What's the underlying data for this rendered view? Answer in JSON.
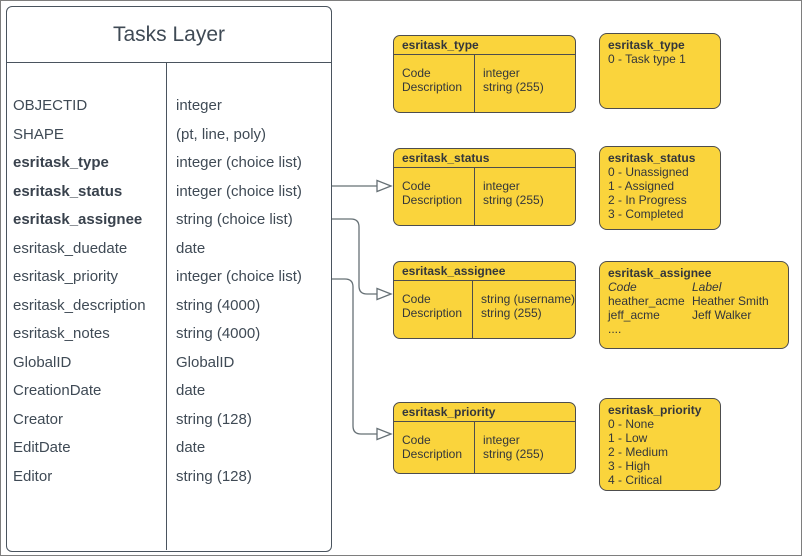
{
  "colors": {
    "background": "#FFFFFF",
    "box_fill": "#FAD43C",
    "box_stroke": "#4D4D4D",
    "box_text": "#33363B",
    "entity_stroke": "#4A545E",
    "entity_text": "#3F4A55",
    "connector": "#667075"
  },
  "tasks_layer": {
    "title": "Tasks Layer",
    "fields": [
      {
        "name": "OBJECTID",
        "type": "integer"
      },
      {
        "name": "SHAPE",
        "type": "(pt, line, poly)"
      },
      {
        "name": "esritask_type",
        "type": "integer (choice list)"
      },
      {
        "name": "esritask_status",
        "type": "integer (choice list)"
      },
      {
        "name": "esritask_assignee",
        "type": "string (choice list)"
      },
      {
        "name": "esritask_duedate",
        "type": "date"
      },
      {
        "name": "esritask_priority",
        "type": "integer (choice list)"
      },
      {
        "name": "esritask_description",
        "type": "string (4000)"
      },
      {
        "name": "esritask_notes",
        "type": "string (4000)"
      },
      {
        "name": "GlobalID",
        "type": "GlobalID"
      },
      {
        "name": "CreationDate",
        "type": "date"
      },
      {
        "name": "Creator",
        "type": "string (128)"
      },
      {
        "name": "EditDate",
        "type": "date"
      },
      {
        "name": "Editor",
        "type": "string (128)"
      }
    ]
  },
  "schema_boxes": [
    {
      "title": "esritask_type",
      "rows": [
        [
          "Code",
          "integer"
        ],
        [
          "Description",
          "string (255)"
        ]
      ]
    },
    {
      "title": "esritask_status",
      "rows": [
        [
          "Code",
          "integer"
        ],
        [
          "Description",
          "string (255)"
        ]
      ]
    },
    {
      "title": "esritask_assignee",
      "rows": [
        [
          "Code",
          "string  (username)"
        ],
        [
          "Description",
          "string (255)"
        ]
      ]
    },
    {
      "title": "esritask_priority",
      "rows": [
        [
          "Code",
          "integer"
        ],
        [
          "Description",
          "string (255)"
        ]
      ]
    }
  ],
  "value_boxes": [
    {
      "title": "esritask_type",
      "values": [
        "0 - Task type 1"
      ]
    },
    {
      "title": "esritask_status",
      "values": [
        "0 - Unassigned",
        "1 - Assigned",
        "2 - In Progress",
        "3 - Completed"
      ]
    },
    {
      "title": "esritask_assignee",
      "col_headers": [
        "Code",
        "Label"
      ],
      "pairs": [
        [
          "heather_acme",
          "Heather Smith"
        ],
        [
          "jeff_acme",
          "Jeff Walker"
        ]
      ],
      "ellipsis": "...."
    },
    {
      "title": "esritask_priority",
      "values": [
        "0 - None",
        "1 - Low",
        "2 - Medium",
        "3 - High",
        "4 - Critical"
      ]
    }
  ]
}
